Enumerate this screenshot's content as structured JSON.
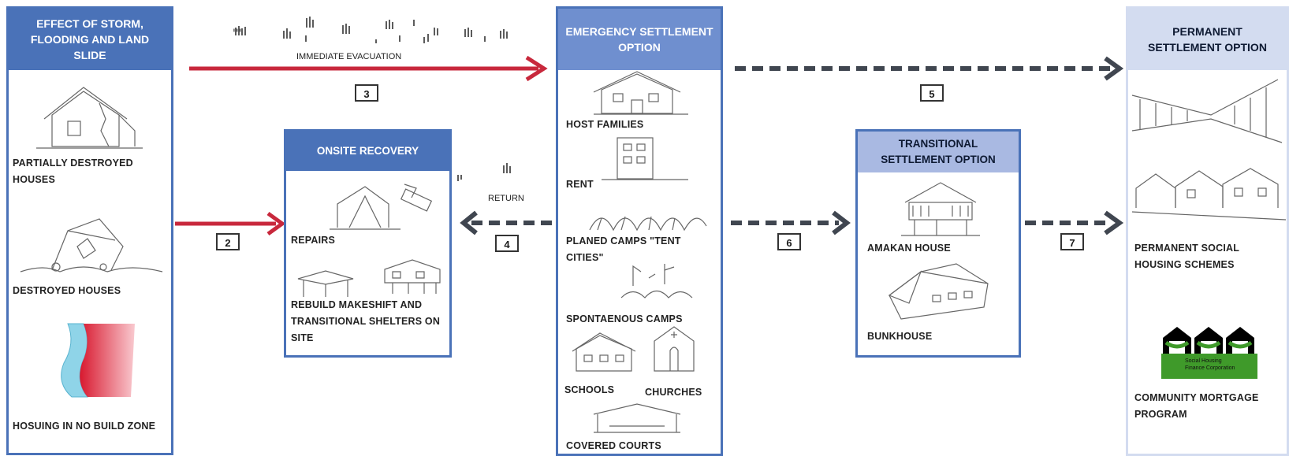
{
  "panels": {
    "effect": {
      "title": "EFFECT OF STORM, FLOODING AND LAND SLIDE",
      "items": [
        "PARTIALLY DESTROYED HOUSES",
        "DESTROYED HOUSES",
        "HOSUING IN NO BUILD ZONE"
      ]
    },
    "onsite": {
      "title": "ONSITE RECOVERY",
      "items": [
        "REPAIRS",
        "REBUILD MAKESHIFT AND TRANSITIONAL  SHELTERS ON SITE"
      ]
    },
    "emergency": {
      "title": "EMERGENCY SETTLEMENT OPTION",
      "items": [
        "HOST FAMILIES",
        "RENT",
        "PLANED CAMPS \"TENT CITIES\"",
        "SPONTAENOUS CAMPS",
        "SCHOOLS",
        "CHURCHES",
        "COVERED COURTS"
      ]
    },
    "transitional": {
      "title": "TRANSITIONAL SETTLEMENT OPTION",
      "items": [
        "AMAKAN  HOUSE",
        "BUNKHOUSE"
      ]
    },
    "permanent": {
      "title": "PERMANENT SETTLEMENT OPTION",
      "items": [
        "PERMANENT SOCIAL HOUSING SCHEMES",
        "COMMUNITY MORTGAGE PROGRAM"
      ]
    }
  },
  "flows": {
    "immediate_evacuation": "IMMEDIATE EVACUATION",
    "return": "RETURN"
  },
  "steps": [
    "2",
    "3",
    "4",
    "5",
    "6",
    "7"
  ],
  "logo": {
    "line1": "Social Housing",
    "line2": "Finance Corporation"
  },
  "colors": {
    "panel_border": "#4a72b8",
    "effect_header": "#4a72b8",
    "onsite_header": "#4a72b8",
    "emergency_header": "#6f8fcf",
    "transitional_header": "#a9b9e2",
    "permanent_header": "#d3dcf0",
    "red_arrow": "#c8283c",
    "dashed_arrow": "#404650",
    "logo_green": "#3f9a2a"
  }
}
